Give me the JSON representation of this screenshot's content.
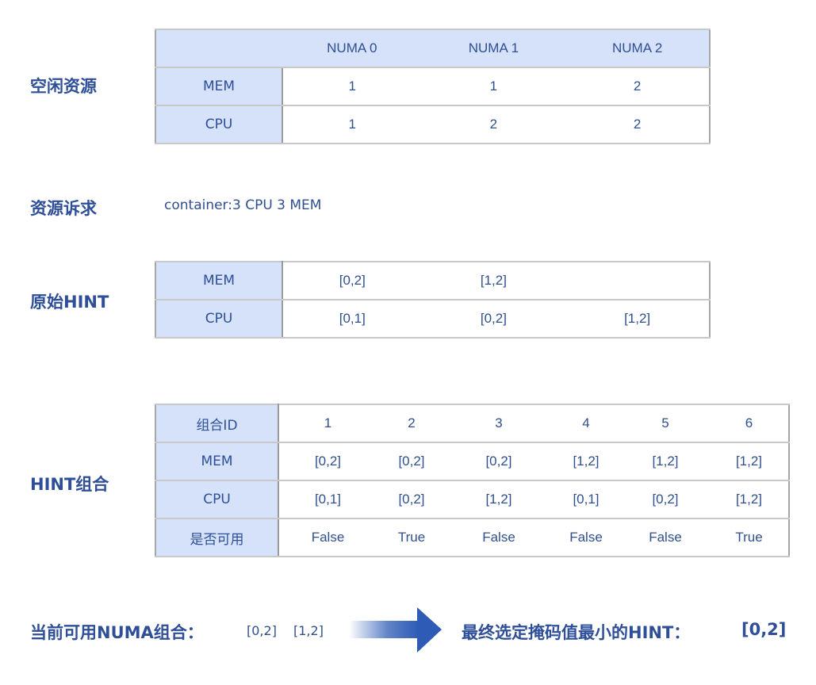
{
  "sections": {
    "free": "空闲资源",
    "demand": "资源诉求",
    "raw_hint": "原始HINT",
    "combo": "HINT组合"
  },
  "demand_text": "container:3 CPU 3 MEM",
  "free_table": {
    "columns": [
      "NUMA 0",
      "NUMA 1",
      "NUMA 2"
    ],
    "rows": [
      {
        "label": "MEM",
        "values": [
          "1",
          "1",
          "2"
        ]
      },
      {
        "label": "CPU",
        "values": [
          "1",
          "2",
          "2"
        ]
      }
    ]
  },
  "raw_table": {
    "rows": [
      {
        "label": "MEM",
        "values": [
          "[0,2]",
          "[1,2]",
          ""
        ]
      },
      {
        "label": "CPU",
        "values": [
          "[0,1]",
          "[0,2]",
          "[1,2]"
        ]
      }
    ]
  },
  "combo_table": {
    "header_label": "组合ID",
    "ids": [
      "1",
      "2",
      "3",
      "4",
      "5",
      "6"
    ],
    "mem_label": "MEM",
    "mem": [
      "[0,2]",
      "[0,2]",
      "[0,2]",
      "[1,2]",
      "[1,2]",
      "[1,2]"
    ],
    "cpu_label": "CPU",
    "cpu": [
      "[0,1]",
      "[0,2]",
      "[1,2]",
      "[0,1]",
      "[0,2]",
      "[1,2]"
    ],
    "avail_label": "是否可用",
    "avail": [
      "False",
      "True",
      "False",
      "False",
      "False",
      "True"
    ]
  },
  "footer": {
    "label": "当前可用NUMA组合：",
    "combos": [
      "[0,2]",
      "[1,2]"
    ],
    "result_label": "最终选定掩码值最小的HINT：",
    "result_value": "[0,2]"
  },
  "colors": {
    "header_fill": "#d5e2fa",
    "label": "#2e4f98",
    "true": "#12a01a",
    "false": "#808080",
    "arrow": "#2e5bb5"
  }
}
